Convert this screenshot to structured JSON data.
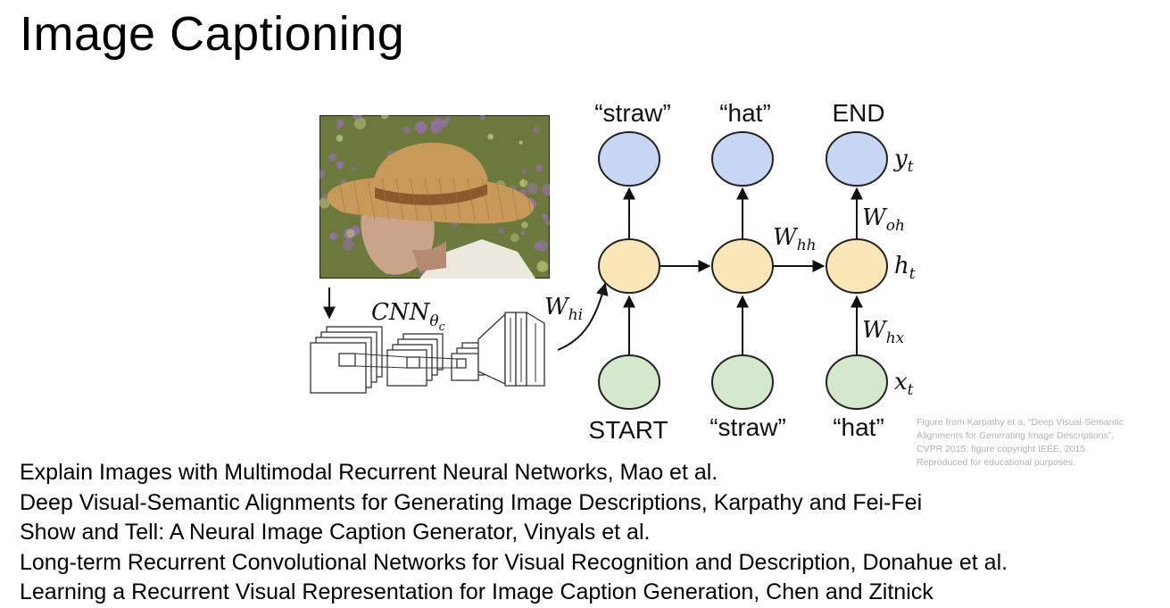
{
  "slide": {
    "title": "Image Captioning"
  },
  "diagram": {
    "outputs": [
      "“straw”",
      "“hat”",
      "END"
    ],
    "inputs": [
      "START",
      "“straw”",
      "“hat”"
    ],
    "cnn_label": {
      "main": "CNN",
      "sub": "θ",
      "subsub": "c"
    },
    "weights": {
      "hi": {
        "main": "W",
        "sub": "hi"
      },
      "hh": {
        "main": "W",
        "sub": "hh"
      },
      "oh": {
        "main": "W",
        "sub": "oh"
      },
      "hx": {
        "main": "W",
        "sub": "hx"
      }
    },
    "row_labels": {
      "y": {
        "main": "y",
        "sub": "t"
      },
      "h": {
        "main": "h",
        "sub": "t"
      },
      "x": {
        "main": "x",
        "sub": "t"
      }
    },
    "colors": {
      "output_node": "#c6d6f4",
      "hidden_node": "#fbe6b8",
      "input_node": "#d4e8cb",
      "photo_foliage": "#6b7a3c",
      "photo_flowers": "#9a6fb4",
      "hat_straw": "#c79a5a",
      "hat_band": "#8a5a2e"
    },
    "photo": {
      "icon": "straw-hat-man-photo"
    }
  },
  "credit": "Figure from Karpathy et a, “Deep Visual-Semantic Alignments for Generating Image Descriptions”, CVPR 2015; figure copyright IEEE, 2015. Reproduced for educational purposes.",
  "references": [
    "Explain Images with Multimodal Recurrent Neural Networks, Mao et al.",
    "Deep Visual-Semantic Alignments for Generating Image Descriptions, Karpathy and Fei-Fei",
    "Show and Tell: A Neural Image Caption Generator, Vinyals et al.",
    "Long-term Recurrent Convolutional Networks for Visual Recognition and Description, Donahue et al.",
    "Learning a Recurrent Visual Representation for Image Caption Generation, Chen and Zitnick"
  ]
}
